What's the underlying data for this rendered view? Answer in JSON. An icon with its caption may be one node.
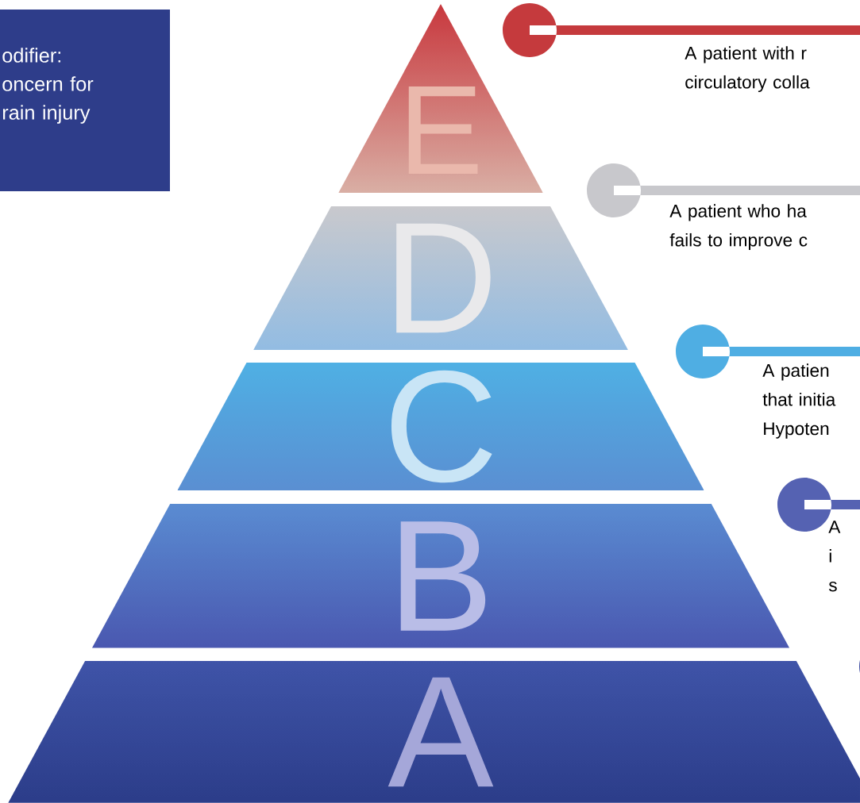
{
  "diagram": {
    "nodes": [
      {
        "text": [
          "odifier: oncern for rain injury"
        ]
      },
      {
        "text": [
          "E"
        ]
      },
      {
        "text": [
          "D"
        ]
      },
      {
        "text": [
          "C"
        ]
      },
      {
        "text": [
          "B"
        ]
      },
      {
        "text": [
          "A"
        ]
      }
    ],
    "labels": [
      "A patient with r circulatory colla",
      "A patient who ha fails to improve c",
      "A patien that initia Hypoten",
      "A i s"
    ]
  }
}
